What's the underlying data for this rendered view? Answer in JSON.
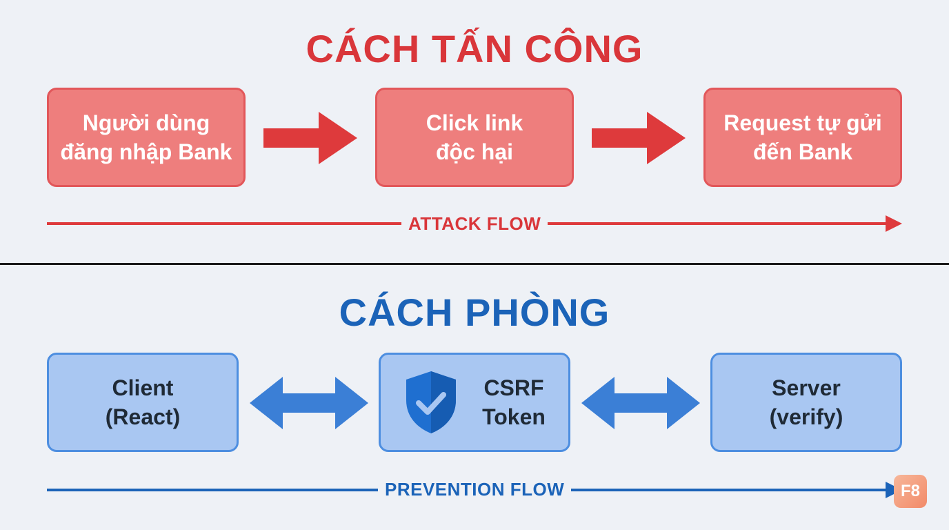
{
  "attack": {
    "title": "CÁCH TẤN CÔNG",
    "steps": [
      {
        "label": "Người dùng\nđăng nhập Bank"
      },
      {
        "label": "Click link\nđộc hại"
      },
      {
        "label": "Request tự gửi\nđến Bank"
      }
    ],
    "flow_label": "ATTACK FLOW",
    "color": "#d9363a"
  },
  "prevention": {
    "title": "CÁCH PHÒNG",
    "steps": [
      {
        "label": "Client\n(React)"
      },
      {
        "label": "CSRF\nToken",
        "icon": "shield-check-icon"
      },
      {
        "label": "Server\n(verify)"
      }
    ],
    "flow_label": "PREVENTION FLOW",
    "color": "#1b63b8"
  },
  "logo": {
    "text": "F8"
  }
}
